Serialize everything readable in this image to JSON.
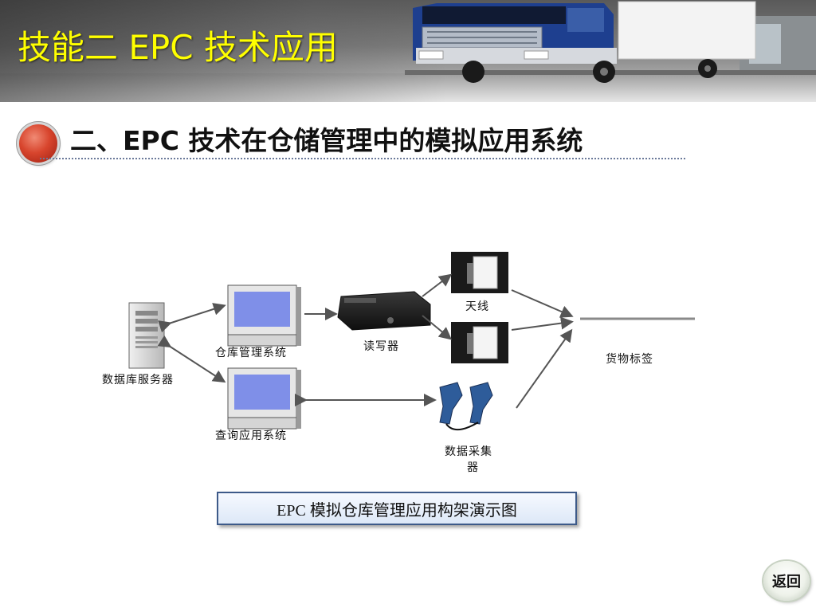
{
  "slide": {
    "title": "技能二  EPC 技术应用",
    "heading": "二、EPC 技术在仓储管理中的模拟应用系统"
  },
  "diagram": {
    "nodes": {
      "db_server": "数据库服务器",
      "warehouse_system": "仓库管理系统",
      "query_system": "查询应用系统",
      "reader": "读写器",
      "antenna": "天线",
      "data_collector_line1": "数据采集",
      "data_collector_line2": "器",
      "goods_tag": "货物标签"
    },
    "caption": "EPC 模拟仓库管理应用构架演示图"
  },
  "nav": {
    "back_label": "返回"
  },
  "colors": {
    "title_text": "#ffff00",
    "bullet": "#d8452d",
    "caption_border": "#3d5a89",
    "monitor_screen": "#7f8fe8"
  },
  "icons": [
    "red-bullet-icon",
    "server-icon",
    "monitor-icon",
    "reader-device-icon",
    "antenna-icon",
    "handheld-scanner-icon",
    "truck-image"
  ]
}
